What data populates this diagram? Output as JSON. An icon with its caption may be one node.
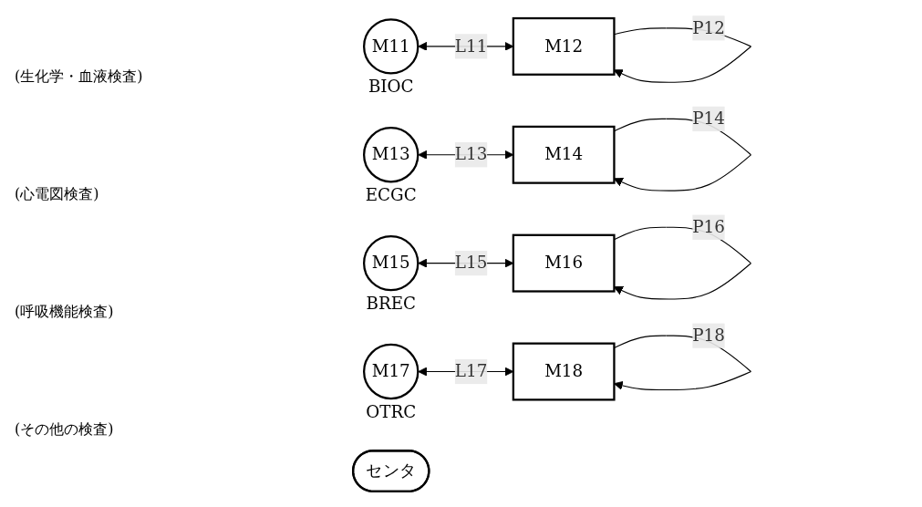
{
  "diagram": {
    "nodes": [
      {
        "text": [
          "M11"
        ],
        "beside": [
          "BIOC"
        ]
      },
      {
        "text": [
          "M12"
        ]
      },
      {
        "text": [
          "M13"
        ],
        "beside": [
          "ECGC"
        ]
      },
      {
        "text": [
          "M14"
        ]
      },
      {
        "text": [
          "M15"
        ],
        "beside": [
          "BREC"
        ]
      },
      {
        "text": [
          "M16"
        ]
      },
      {
        "text": [
          "M17"
        ],
        "beside": [
          "OTRC"
        ]
      },
      {
        "text": [
          "M18"
        ]
      },
      {
        "text": [
          "センタ"
        ]
      }
    ],
    "edges": [
      {
        "from": 0,
        "to": 1,
        "arrow": "both",
        "label": "L11"
      },
      {
        "from": 1,
        "to": 1,
        "arrow": "to",
        "label": "P12"
      },
      {
        "from": 2,
        "to": 3,
        "arrow": "both",
        "label": "L13"
      },
      {
        "from": 3,
        "to": 3,
        "arrow": "to",
        "label": "P14"
      },
      {
        "from": 4,
        "to": 5,
        "arrow": "both",
        "label": "L15"
      },
      {
        "from": 5,
        "to": 5,
        "arrow": "to",
        "label": "P16"
      },
      {
        "from": 6,
        "to": 7,
        "arrow": "both",
        "label": "L17"
      },
      {
        "from": 7,
        "to": 7,
        "arrow": "to",
        "label": "P18"
      }
    ],
    "labels": [
      "(生化学・血液検査)",
      "(心電図検査)",
      "(呼吸機能検査)",
      "(その他の検査)"
    ]
  }
}
